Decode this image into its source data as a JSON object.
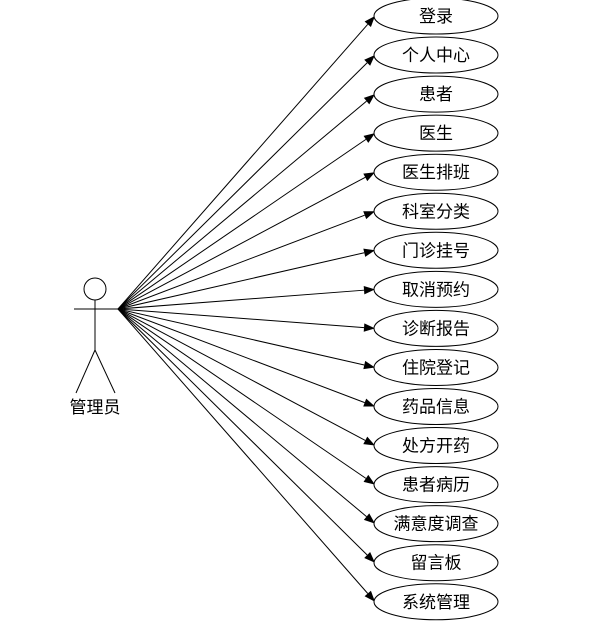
{
  "actor": {
    "name": "管理员"
  },
  "use_cases": [
    {
      "label": "登录"
    },
    {
      "label": "个人中心"
    },
    {
      "label": "患者"
    },
    {
      "label": "医生"
    },
    {
      "label": "医生排班"
    },
    {
      "label": "科室分类"
    },
    {
      "label": "门诊挂号"
    },
    {
      "label": "取消预约"
    },
    {
      "label": "诊断报告"
    },
    {
      "label": "住院登记"
    },
    {
      "label": "药品信息"
    },
    {
      "label": "处方开药"
    },
    {
      "label": "患者病历"
    },
    {
      "label": "满意度调查"
    },
    {
      "label": "留言板"
    },
    {
      "label": "系统管理"
    }
  ],
  "colors": {
    "stroke": "#000000",
    "background": "#ffffff"
  }
}
